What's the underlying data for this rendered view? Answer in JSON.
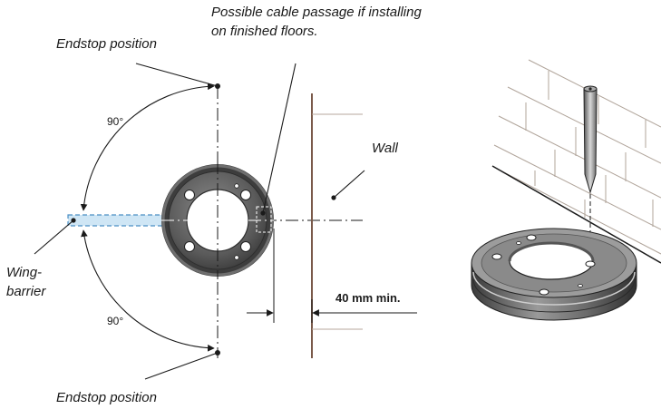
{
  "labels": {
    "endstop_top": "Endstop position",
    "endstop_bottom": "Endstop position",
    "cable_passage_line1": "Possible cable passage if installing",
    "cable_passage_line2": "on finished floors.",
    "wall": "Wall",
    "wing_line1": "Wing-",
    "wing_line2": "barrier",
    "angle_top": "90°",
    "angle_bottom": "90°",
    "clearance": "40 mm min."
  },
  "colors": {
    "ring_dark": "#3d3d3d",
    "ring_mid": "#6e6e6e",
    "ring_light": "#9a9a9a",
    "wall_brown": "#7a5a4a",
    "wing_fill": "#cfe6f5",
    "wing_stroke": "#4a8fc4",
    "line": "#1a1a1a"
  }
}
